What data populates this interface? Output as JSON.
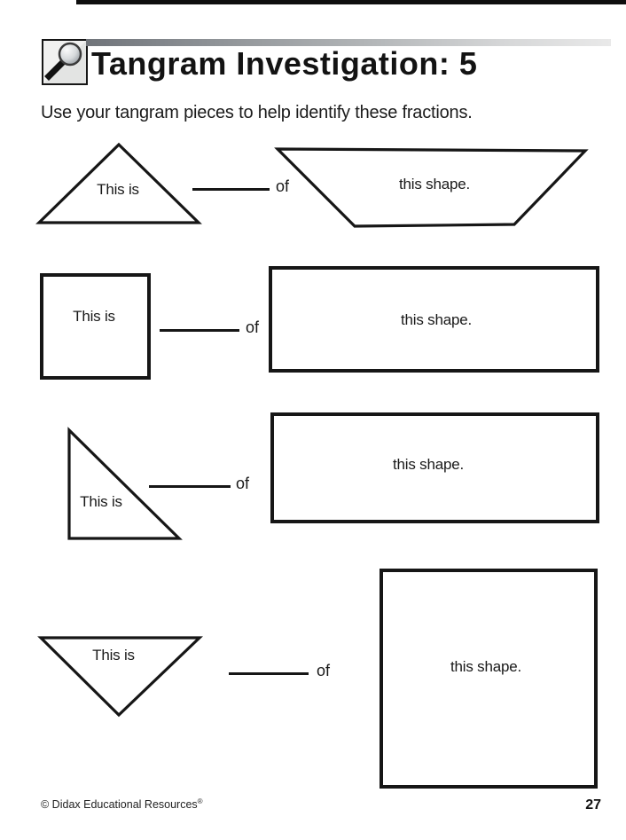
{
  "page": {
    "title": "Tangram Investigation: 5",
    "instruction": "Use your tangram pieces to help identify these fractions.",
    "icon": "magnifier-icon"
  },
  "rows": [
    {
      "left_shape": "isosceles-triangle-up",
      "left_label": "This is",
      "blank": "",
      "connector": "of",
      "right_shape": "trapezoid",
      "right_label": "this shape."
    },
    {
      "left_shape": "small-square",
      "left_label": "This is",
      "blank": "",
      "connector": "of",
      "right_shape": "wide-rectangle",
      "right_label": "this shape."
    },
    {
      "left_shape": "right-triangle",
      "left_label": "This is",
      "blank": "",
      "connector": "of",
      "right_shape": "wide-rectangle",
      "right_label": "this shape."
    },
    {
      "left_shape": "isosceles-triangle-down",
      "left_label": "This is",
      "blank": "",
      "connector": "of",
      "right_shape": "large-square",
      "right_label": "this shape."
    }
  ],
  "footer": {
    "copyright": "© Didax Educational Resources",
    "registered": "®",
    "page_number": "27"
  },
  "colors": {
    "ink": "#161616",
    "header_bar_left": "#70747a",
    "header_bar_right": "#e9e9e9"
  }
}
